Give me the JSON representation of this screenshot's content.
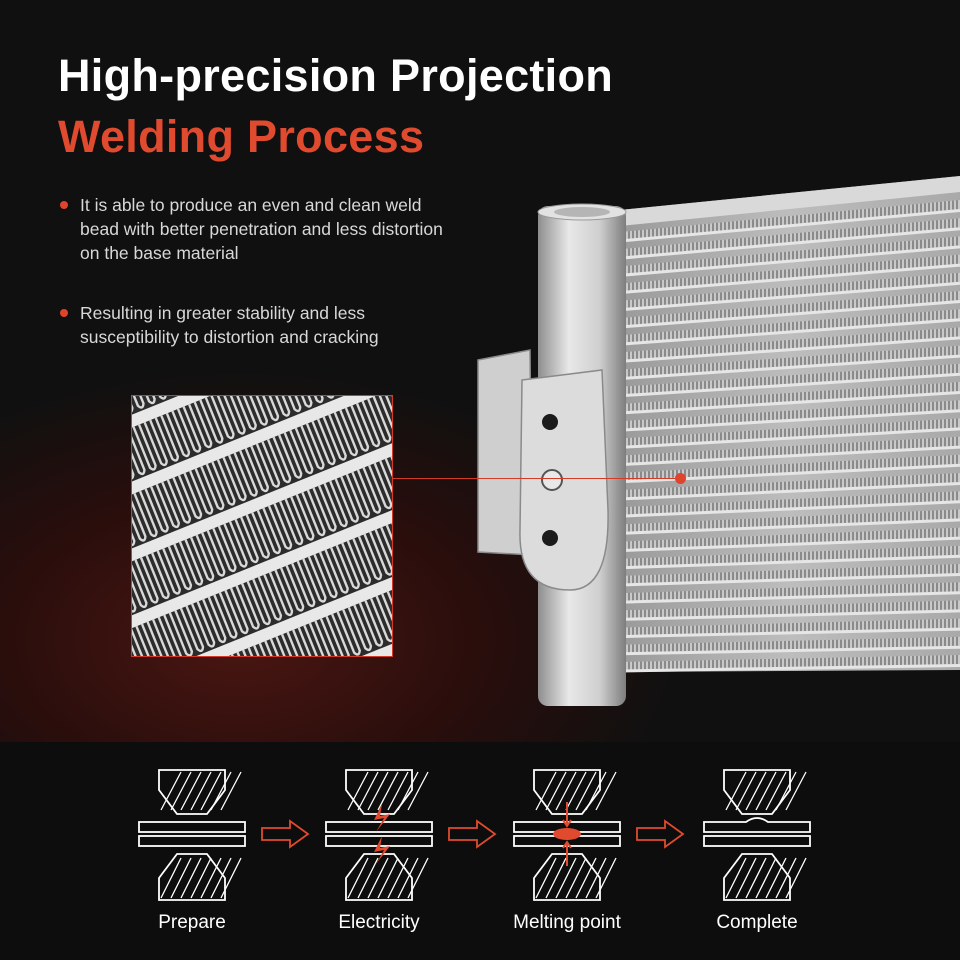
{
  "heading": {
    "line1": "High-precision Projection",
    "line2": "Welding Process"
  },
  "bullets": [
    "It is able to produce an even and clean weld bead with better penetration and less distortion on the base material",
    "Resulting in greater stability and less susceptibility to distortion and cracking"
  ],
  "process_steps": [
    {
      "label": "Prepare"
    },
    {
      "label": "Electricity"
    },
    {
      "label": "Melting point"
    },
    {
      "label": "Complete"
    }
  ],
  "colors": {
    "accent": "#e04a2e",
    "title_white": "#ffffff",
    "body_text": "#d8d8d8",
    "background": "#121212",
    "glow": "#4a1612"
  },
  "icons": [
    "bullet-dot",
    "step-arrow",
    "spark-icon",
    "weld-nugget-icon",
    "magnifier-callout"
  ]
}
